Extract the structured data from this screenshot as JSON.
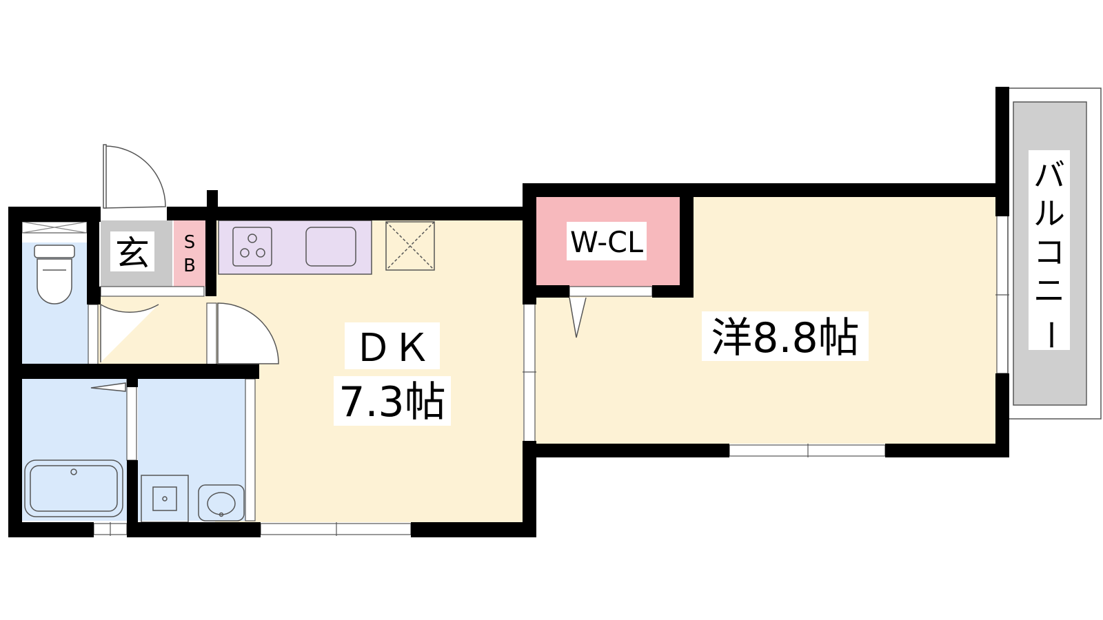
{
  "rooms": {
    "entrance": "玄",
    "shoe_box_top": "S",
    "shoe_box_bottom": "B",
    "walk_in_closet": "W-CL",
    "dk_name": "ＤＫ",
    "dk_size": "7.3帖",
    "western_room": "洋8.8帖",
    "balcony_chars": [
      "バ",
      "ル",
      "コ",
      "ニ",
      "ー"
    ]
  },
  "colors": {
    "wall": "#000000",
    "dk_floor": "#fdf2d5",
    "wet_area": "#d9e9fb",
    "entrance": "#c9c9c9",
    "shoe_box": "#f7c4c8",
    "closet": "#f7b9bd",
    "kitchen_counter": "#e8dcf2",
    "balcony": "#cfcfcf"
  },
  "icons": [
    "toilet-icon",
    "bathtub-icon",
    "washing-machine-icon",
    "wash-basin-icon",
    "stove-icon",
    "sink-icon",
    "fridge-space-icon"
  ]
}
